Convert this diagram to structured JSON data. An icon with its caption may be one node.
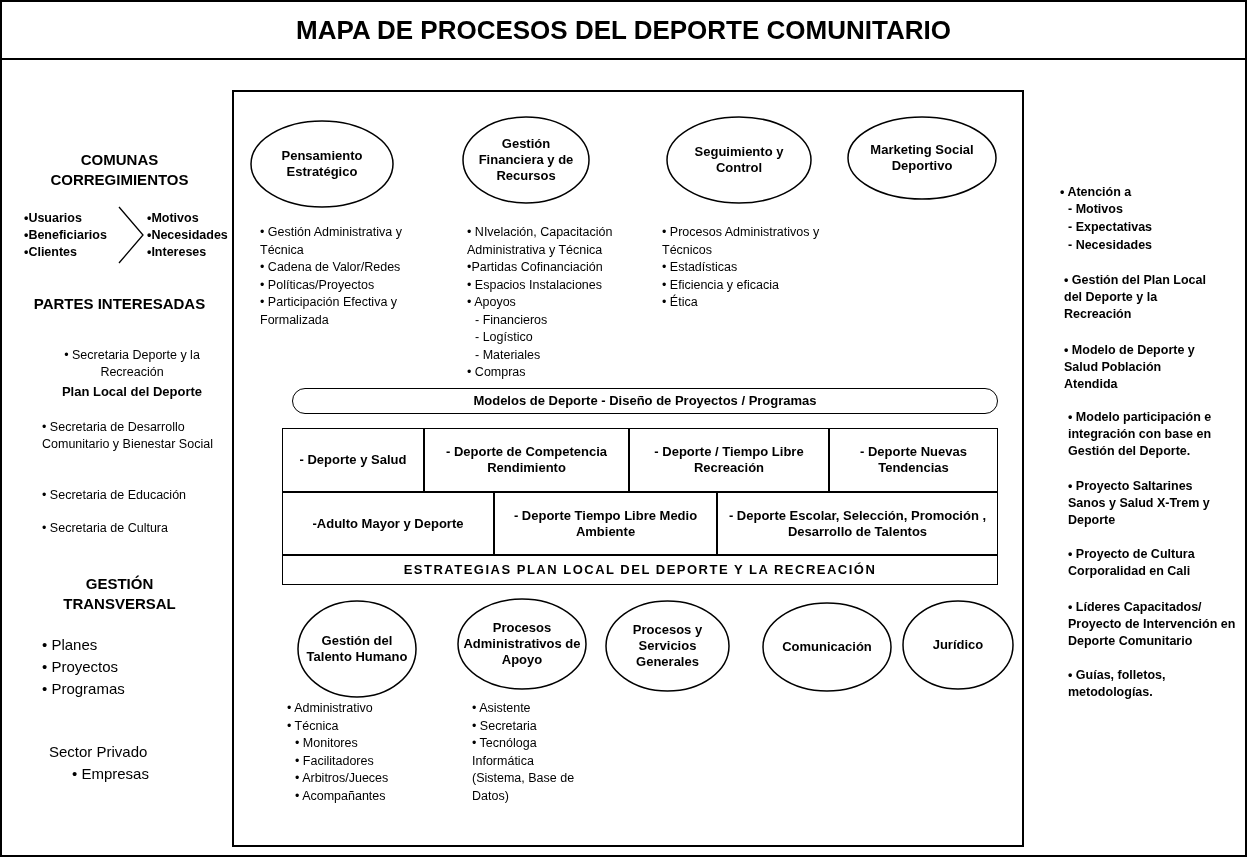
{
  "diagram": {
    "title": "MAPA DE PROCESOS DEL DEPORTE COMUNITARIO",
    "nodes": [
      {
        "text": [],
        "shape": "box"
      },
      {
        "text": [
          "Pensamiento Estratégico"
        ],
        "in": 0,
        "beside": [
          "• Gestión Administrativa y Técnica",
          "• Cadena de Valor/Redes",
          "• Políticas/Proyectos",
          "• Participación Efectiva y Formalizada"
        ]
      },
      {
        "text": [
          "Gestión Financiera y de Recursos"
        ],
        "in": 0,
        "beside": [
          "• NIvelación, Capacitación Administrativa y Técnica",
          "•Partidas Cofinanciación",
          "• Espacios Instalaciones",
          "• Apoyos",
          "- Financieros",
          "- Logístico",
          "- Materiales",
          "• Compras"
        ]
      },
      {
        "text": [
          "Seguimiento y Control"
        ],
        "in": 0,
        "beside": [
          "• Procesos Administrativos y Técnicos",
          "• Estadísticas",
          "• Eficiencia y eficacia",
          "• Ética"
        ]
      },
      {
        "text": [
          "Marketing Social Deportivo"
        ],
        "in": 0
      },
      {
        "text": [
          "Modelos de Deporte - Diseño de Proyectos / Programas"
        ],
        "in": 0
      },
      {
        "text": [
          "- Deporte y Salud"
        ],
        "in": 0
      },
      {
        "text": [
          "- Deporte de Competencia Rendimiento"
        ],
        "in": 0
      },
      {
        "text": [
          "- Deporte / Tiempo Libre Recreación"
        ],
        "in": 0
      },
      {
        "text": [
          "- Deporte Nuevas Tendencias"
        ],
        "in": 0
      },
      {
        "text": [
          "-Adulto Mayor y Deporte"
        ],
        "in": 0
      },
      {
        "text": [
          "- Deporte Tiempo Libre Medio Ambiente"
        ],
        "in": 0
      },
      {
        "text": [
          "- Deporte Escolar, Selección, Promoción , Desarrollo de Talentos"
        ],
        "in": 0
      },
      {
        "text": [
          "ESTRATEGIAS PLAN LOCAL DEL DEPORTE Y LA RECREACIÓN"
        ],
        "in": 0
      },
      {
        "text": [
          "Gestión del Talento Humano"
        ],
        "in": 0,
        "beside": [
          "• Administrativo",
          "• Técnica",
          "• Monitores",
          "• Facilitadores",
          "• Arbitros/Jueces",
          "• Acompañantes"
        ]
      },
      {
        "text": [
          "Procesos Administrativos de Apoyo"
        ],
        "in": 0,
        "beside": [
          "• Asistente",
          "• Secretaria",
          "• Tecnóloga Informática (Sistema, Base de Datos)"
        ]
      },
      {
        "text": [
          "Procesos y Servicios Generales"
        ],
        "in": 0
      },
      {
        "text": [
          "Comunicación"
        ],
        "in": 0
      },
      {
        "text": [
          "Jurídico"
        ],
        "in": 0
      },
      {
        "text": [
          "•Usuarios",
          "•Beneficiarios",
          "•Clientes"
        ]
      },
      {
        "text": [
          "•Motivos",
          "•Necesidades",
          "•Intereses"
        ]
      }
    ],
    "edges": [
      {
        "from": 19,
        "to": 20,
        "arrow": "to"
      }
    ],
    "labels": [
      "COMUNAS CORREGIMIENTOS",
      "PARTES INTERESADAS",
      "• Secretaria Deporte y la Recreación",
      "Plan Local del Deporte",
      "• Secretaria de Desarrollo Comunitario y Bienestar Social",
      "• Secretaria de Educación",
      "• Secretaria de Cultura",
      "GESTIÓN TRANSVERSAL",
      "• Planes",
      "• Proyectos",
      "• Programas",
      "Sector Privado",
      "• Empresas",
      "• Atención a",
      "- Motivos",
      "- Expectativas",
      "- Necesidades",
      "• Gestión del Plan Local del Deporte y la Recreación",
      "• Modelo de Deporte y Salud Población Atendida",
      "• Modelo participación e integración con base en Gestión del Deporte.",
      "• Proyecto Saltarines Sanos y Salud X-Trem y Deporte",
      "• Proyecto de Cultura Corporalidad en Cali",
      "• Líderes Capacitados/ Proyecto de Intervención en Deporte Comunitario",
      "• Guías, folletos, metodologías."
    ]
  }
}
